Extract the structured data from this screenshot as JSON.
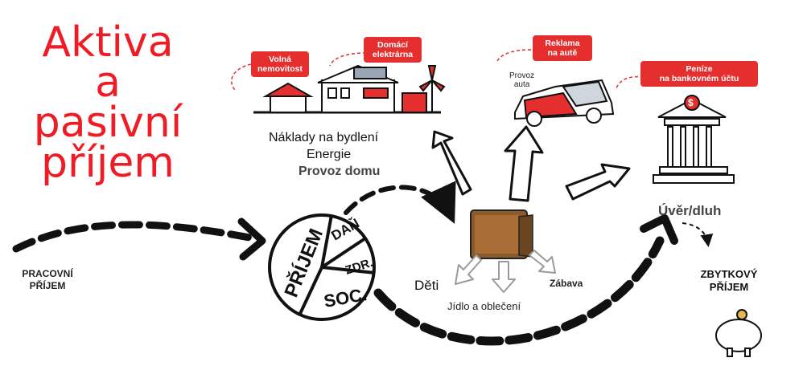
{
  "title": [
    "Aktiva",
    "a",
    "pasivní",
    "příjem"
  ],
  "callouts": {
    "property": "Volná\nnemovitost",
    "power": "Domácí\nelektrárna",
    "car_ad": "Reklama\nna autě",
    "bank_money": "Peníze\nna bankovném účtu"
  },
  "labels": {
    "car_operation": "Provoz\nauta",
    "housing_costs": "Náklady na bydlení",
    "energy": "Energie",
    "house_operation": "Provoz domu",
    "loan": "Úvěr/dluh",
    "work_income": "PRACOVNÍ\nPŘÍJEM",
    "residual_income": "ZBYTKOVÝ\nPŘÍJEM",
    "children": "Děti",
    "food_clothes": "Jídlo a oblečení",
    "fun": "Zábava"
  },
  "pie_labels": {
    "income": "PŘÍJEM",
    "tax": "DAŇ",
    "health": "ZDR.",
    "social": "SOC."
  },
  "icons": [
    "house-icon",
    "solar-panel-icon",
    "wind-turbine-icon",
    "car-icon",
    "bank-icon",
    "wallet-icon",
    "piggy-bank-icon",
    "dollar-icon"
  ],
  "colors": {
    "title_red": "#ee1c25",
    "callout_red": "#e52f2f",
    "wallet_brown": "#8b5a2b"
  }
}
